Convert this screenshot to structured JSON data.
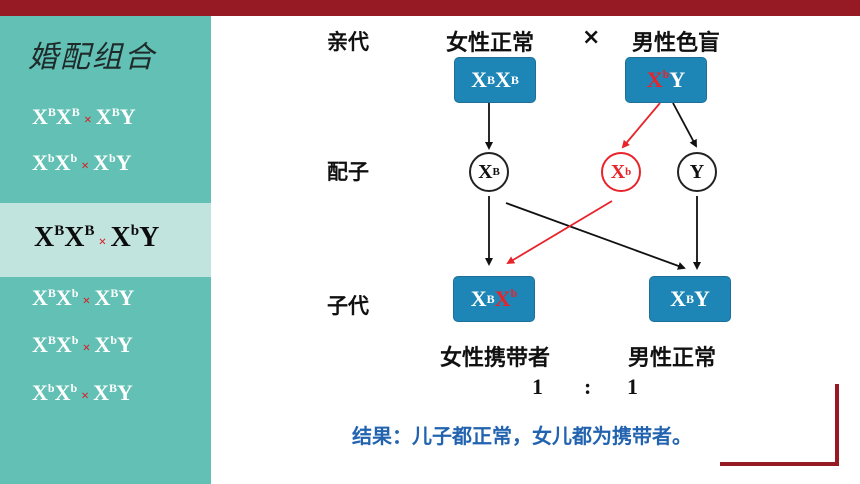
{
  "sidebar": {
    "title": "婚配组合",
    "crosses": [
      {
        "a": "X",
        "as": "B",
        "b": "X",
        "bs": "B",
        "sign": "×",
        "c": "X",
        "cs": "B",
        "d": "Y"
      },
      {
        "a": "X",
        "as": "b",
        "b": "X",
        "bs": "b",
        "sign": "×",
        "c": "X",
        "cs": "b",
        "d": "Y"
      },
      {
        "a": "X",
        "as": "B",
        "b": "X",
        "bs": "B",
        "sign": "×",
        "c": "X",
        "cs": "b",
        "d": "Y"
      },
      {
        "a": "X",
        "as": "B",
        "b": "X",
        "bs": "b",
        "sign": "×",
        "c": "X",
        "cs": "B",
        "d": "Y"
      },
      {
        "a": "X",
        "as": "B",
        "b": "X",
        "bs": "b",
        "sign": "×",
        "c": "X",
        "cs": "b",
        "d": "Y"
      },
      {
        "a": "X",
        "as": "b",
        "b": "X",
        "bs": "b",
        "sign": "×",
        "c": "X",
        "cs": "B",
        "d": "Y"
      }
    ],
    "highlighted_index": 2
  },
  "labels": {
    "parents": "亲代",
    "gametes": "配子",
    "offspring": "子代"
  },
  "parents": {
    "female_label": "女性正常",
    "cross_sign": "×",
    "male_label": "男性色盲",
    "female_genotype": {
      "x1": "X",
      "s1": "B",
      "x2": "X",
      "s2": "B"
    },
    "male_genotype": {
      "x1": "X",
      "s1": "b",
      "y": "Y"
    }
  },
  "gametes": {
    "g1": {
      "x": "X",
      "s": "B"
    },
    "g2": {
      "x": "X",
      "s": "b"
    },
    "g3": "Y"
  },
  "offspring": {
    "female_genotype": {
      "x1": "X",
      "s1": "B",
      "x2": "X",
      "s2": "b"
    },
    "male_genotype": {
      "x1": "X",
      "s1": "B",
      "y": "Y"
    },
    "female_label": "女性携带者",
    "male_label": "男性正常"
  },
  "ratio": {
    "left": "1",
    "colon": ":",
    "right": "1"
  },
  "result": "结果：儿子都正常，女儿都为携带者。",
  "colors": {
    "accent": "#951a24",
    "sidebar": "#62c0b4",
    "box": "#1e86b6",
    "red": "#e8242a",
    "result": "#2263b0"
  }
}
